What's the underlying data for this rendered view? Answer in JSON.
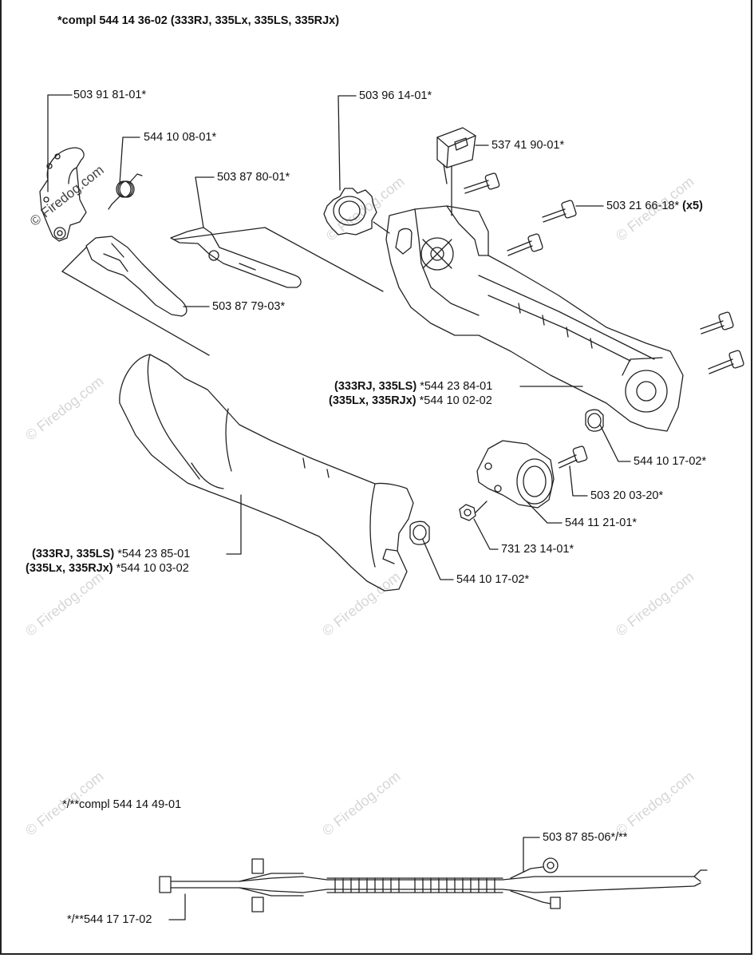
{
  "header": {
    "prefix": "*compl 544 14 36-02 ",
    "models": "(333RJ, 335Lx, 335LS, 335RJx)"
  },
  "parts": {
    "p1": "503 91 81-01*",
    "p2": "544 10 08-01*",
    "p3": "503 87 80-01*",
    "p4": "503 87 79-03*",
    "p5": "503 96 14-01*",
    "p6": "537 41 90-01*",
    "p7_num": "503 21 66-18* ",
    "p7_qty": "(x5)",
    "p8_models": "(333RJ, 335LS)",
    "p8_num": " *544 23 84-01",
    "p9_models": "(335Lx, 335RJx)",
    "p9_num": " *544 10 02-02",
    "p10": "544 10 17-02*",
    "p11": "503 20 03-20*",
    "p12": "544 11 21-01*",
    "p13": "731 23 14-01*",
    "p14_models": "(333RJ, 335LS)",
    "p14_num": " *544 23 85-01",
    "p15_models": "(335Lx, 335RJx)",
    "p15_num": " *544 10 03-02",
    "p16": "544 10 17-02*"
  },
  "kit": {
    "header": "*/**compl 544 14 49-01",
    "p17": "503 87 85-06*/**",
    "p18": "*/**544 17 17-02"
  },
  "watermark": "© Firedog.com"
}
